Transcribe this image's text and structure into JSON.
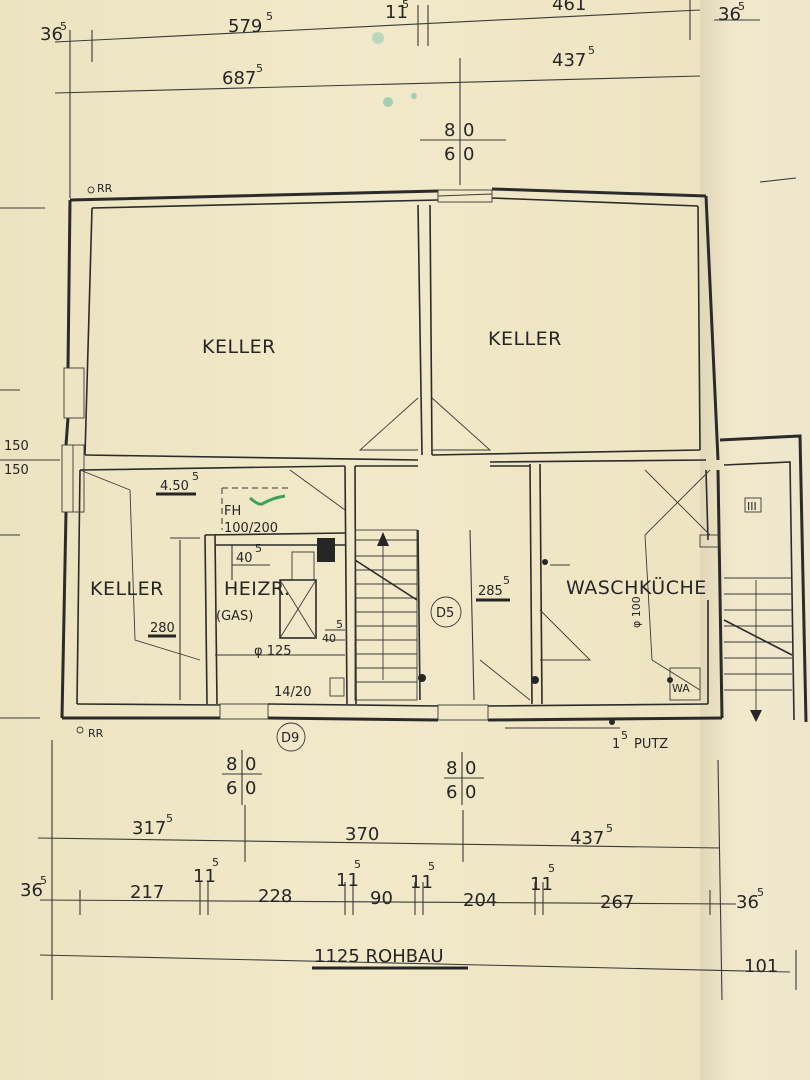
{
  "plan": {
    "title": "1125 ROHBAU",
    "rooms": [
      {
        "id": "keller-1",
        "label": "KELLER"
      },
      {
        "id": "keller-2",
        "label": "KELLER"
      },
      {
        "id": "keller-3",
        "label": "KELLER"
      },
      {
        "id": "heizraum",
        "label": "HEIZR.",
        "sub": "(GAS)"
      },
      {
        "id": "waschkueche",
        "label": "WASCHKÜCHE"
      }
    ],
    "annotations": {
      "rr_top": "RR",
      "rr_bottom": "RR",
      "fh": "FH",
      "fh_size": "100/200",
      "d5": "D5",
      "d9": "D9",
      "flue": "14/20",
      "pipe": "φ 125",
      "wash_pipe": "φ 100",
      "wa": "WA",
      "putz": "PUTZ",
      "putz_num": "1",
      "putz_sup": "5",
      "height_keller": "280",
      "dim_450": "4.50",
      "dim_450_sup": "5",
      "dim_40": "40",
      "dim_40_sup": "5",
      "dim_40b": "40",
      "dim_40b_sup": "5",
      "dim_285": "285",
      "dim_285_sup": "5",
      "level_150_a": "150",
      "level_150_b": "150",
      "box_mark": "III"
    },
    "window_sizes": {
      "top": [
        "8",
        "0",
        "6",
        "0"
      ],
      "bottom_left": [
        "8",
        "0",
        "6",
        "0"
      ],
      "bottom_mid": [
        "8",
        "0",
        "6",
        "0"
      ]
    },
    "top_dims": {
      "row1": [
        {
          "v": "36",
          "s": "5"
        },
        {
          "v": "579",
          "s": "5"
        },
        {
          "v": "11",
          "s": "5"
        },
        {
          "v": "461",
          "s": ""
        },
        {
          "v": "36",
          "s": "5"
        }
      ],
      "row2": [
        {
          "v": "687",
          "s": "5"
        },
        {
          "v": "437",
          "s": "5"
        }
      ]
    },
    "bottom_dims": {
      "row1": [
        {
          "v": "317",
          "s": "5"
        },
        {
          "v": "370",
          "s": ""
        },
        {
          "v": "437",
          "s": "5"
        }
      ],
      "row2": [
        {
          "v": "36",
          "s": "5"
        },
        {
          "v": "217",
          "s": ""
        },
        {
          "v": "11",
          "s": "5"
        },
        {
          "v": "228",
          "s": ""
        },
        {
          "v": "11",
          "s": "5"
        },
        {
          "v": "90",
          "s": ""
        },
        {
          "v": "11",
          "s": "5"
        },
        {
          "v": "204",
          "s": ""
        },
        {
          "v": "11",
          "s": "5"
        },
        {
          "v": "267",
          "s": ""
        },
        {
          "v": "36",
          "s": "5"
        }
      ],
      "side_101": "101"
    }
  }
}
